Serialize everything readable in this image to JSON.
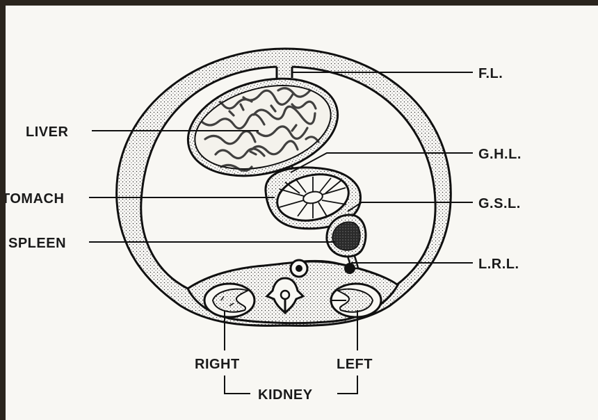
{
  "labels": {
    "fl": "F.L.",
    "liver": "LIVER",
    "ghl": "G.H.L.",
    "stomach": "TOMACH",
    "gsl": "G.S.L.",
    "spleen": "SPLEEN",
    "lrl": "L.R.L.",
    "right": "RIGHT",
    "left": "LEFT",
    "kidney": "KIDNEY"
  }
}
